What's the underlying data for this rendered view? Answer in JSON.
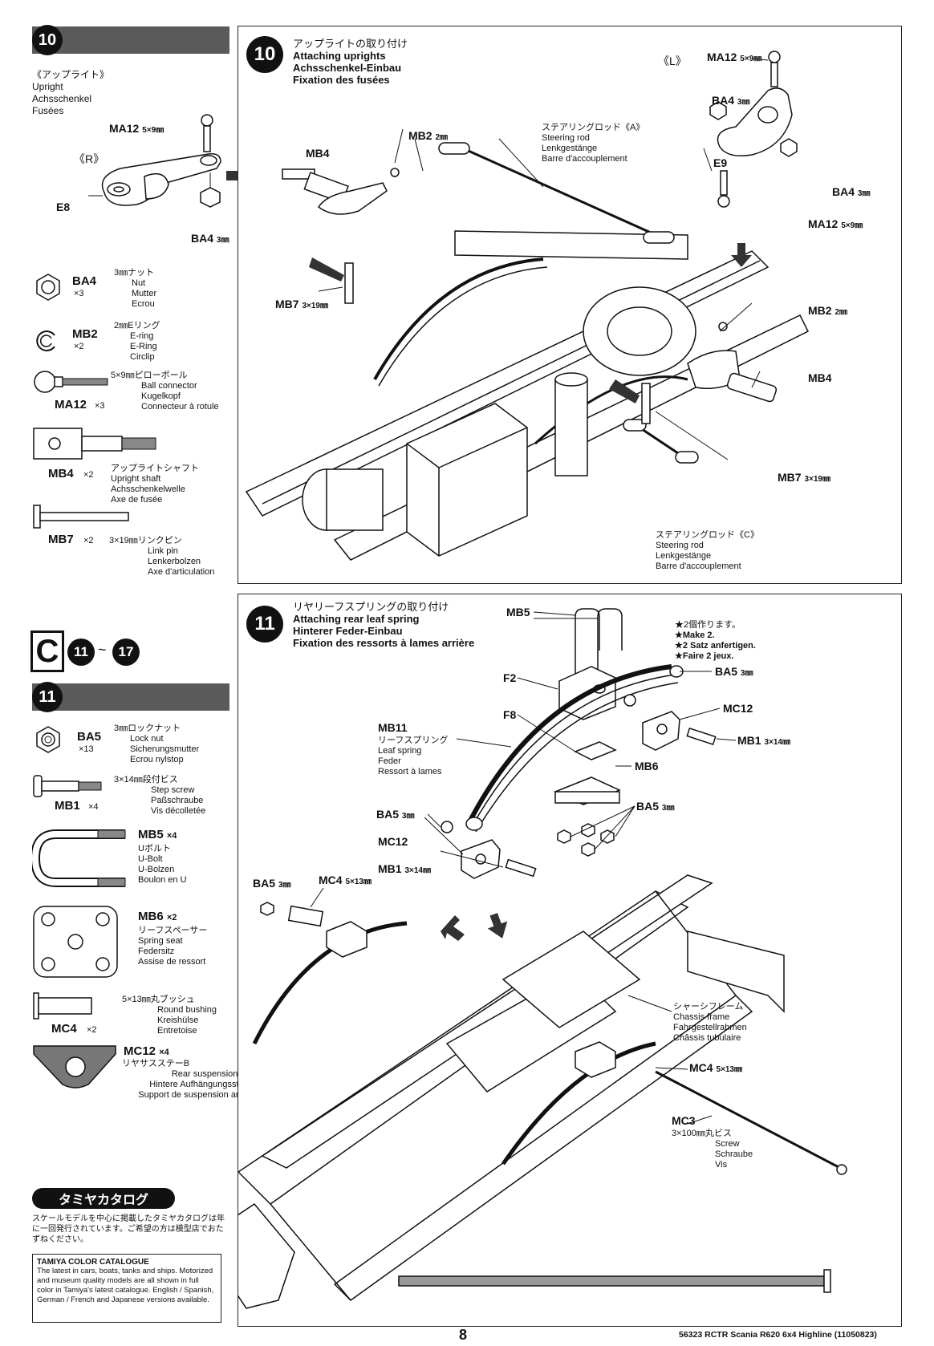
{
  "step10": {
    "num": "10",
    "title_jp": "アップライトの取り付け",
    "title_en": "Attaching uprights",
    "title_de": "Achsschenkel-Einbau",
    "title_fr": "Fixation des fusées"
  },
  "left10": {
    "item_jp": "《アップライト》",
    "item_en": "Upright",
    "item_de": "Achsschenkel",
    "item_fr": "Fusées",
    "r_label": "《R》",
    "ma12": "MA12",
    "ma12_size": "5×9㎜",
    "e8": "E8",
    "ba4": "BA4",
    "ba4_size": "3㎜"
  },
  "parts10": [
    {
      "code": "BA4",
      "qty": "×3",
      "jp": "3㎜ナット",
      "en": "Nut",
      "de": "Mutter",
      "fr": "Ecrou"
    },
    {
      "code": "MB2",
      "qty": "×2",
      "jp": "2㎜Eリング",
      "en": "E-ring",
      "de": "E-Ring",
      "fr": "Circlip"
    },
    {
      "code": "MA12",
      "qty": "×3",
      "jp": "5×9㎜ピローボール",
      "en": "Ball connector",
      "de": "Kugelkopf",
      "fr": "Connecteur à rotule"
    },
    {
      "code": "MB4",
      "qty": "×2",
      "jp": "アップライトシャフト",
      "en": "Upright shaft",
      "de": "Achsschenkelwelle",
      "fr": "Axe de fusée"
    },
    {
      "code": "MB7",
      "qty": "×2",
      "jp": "3×19㎜リンクピン",
      "en": "Link pin",
      "de": "Lenkerbolzen",
      "fr": "Axe d'articulation"
    }
  ],
  "diag10": {
    "l_label": "《L》",
    "ma12_top": "MA12",
    "ma12_top_size": "5×9㎜",
    "ba4_a": "BA4",
    "ba4_a_size": "3㎜",
    "e9": "E9",
    "ba4_b": "BA4",
    "ba4_b_size": "3㎜",
    "ma12_bot": "MA12",
    "ma12_bot_size": "5×9㎜",
    "mb2_a": "MB2",
    "mb2_a_size": "2㎜",
    "mb4_a": "MB4",
    "rod_a_jp": "ステアリングロッド《A》",
    "rod_a_en": "Steering rod",
    "rod_a_de": "Lenkgestänge",
    "rod_a_fr": "Barre d'accouplement",
    "mb7_a": "MB7",
    "mb7_a_size": "3×19㎜",
    "mb2_b": "MB2",
    "mb2_b_size": "2㎜",
    "mb4_b": "MB4",
    "mb7_b": "MB7",
    "mb7_b_size": "3×19㎜",
    "rod_c_jp": "ステアリングロッド《C》",
    "rod_c_en": "Steering rod",
    "rod_c_de": "Lenkgestänge",
    "rod_c_fr": "Barre d'accouplement"
  },
  "bag": {
    "letter": "C",
    "from": "11",
    "sep": "~",
    "to": "17"
  },
  "step11": {
    "num": "11",
    "title_jp": "リヤリーフスプリングの取り付け",
    "title_en": "Attaching rear leaf spring",
    "title_de": "Hinterer Feder-Einbau",
    "title_fr": "Fixation des ressorts à lames arrière",
    "make_jp": "★2個作ります。",
    "make_en": "★Make 2.",
    "make_de": "★2 Satz anfertigen.",
    "make_fr": "★Faire 2 jeux."
  },
  "parts11": [
    {
      "code": "BA5",
      "qty": "×13",
      "jp": "3㎜ロックナット",
      "en": "Lock nut",
      "de": "Sicherungsmutter",
      "fr": "Ecrou nylstop"
    },
    {
      "code": "MB1",
      "qty": "×4",
      "jp": "3×14㎜段付ビス",
      "en": "Step screw",
      "de": "Paßschraube",
      "fr": "Vis décolletée"
    },
    {
      "code": "MB5",
      "qty": "×4",
      "jp": "Uボルト",
      "en": "U-Bolt",
      "de": "U-Bolzen",
      "fr": "Boulon en U"
    },
    {
      "code": "MB6",
      "qty": "×2",
      "jp": "リーフスペーサー",
      "en": "Spring seat",
      "de": "Federsitz",
      "fr": "Assise de ressort"
    },
    {
      "code": "MC4",
      "qty": "×2",
      "jp": "5×13㎜丸ブッシュ",
      "en": "Round bushing",
      "de": "Kreishülse",
      "fr": "Entretoise"
    },
    {
      "code": "MC12",
      "qty": "×4",
      "jp": "リヤサスステーB",
      "en": "Rear suspension stay B",
      "de": "Hintere Aufhängungsstrebe B",
      "fr": "Support de suspension arrière B"
    }
  ],
  "diag11": {
    "mb5": "MB5",
    "f2": "F2",
    "f8": "F8",
    "mb11": "MB11",
    "mb11_jp": "リーフスプリング",
    "mb11_en": "Leaf spring",
    "mb11_de": "Feder",
    "mb11_fr": "Ressort à lames",
    "ba5_a": "BA5",
    "ba5_a_size": "3㎜",
    "mc12_a": "MC12",
    "mb1_a": "MB1",
    "mb1_a_size": "3×14㎜",
    "mb6": "MB6",
    "ba5_b": "BA5",
    "ba5_b_size": "3㎜",
    "ba5_c": "BA5",
    "ba5_c_size": "3㎜",
    "mc12_b": "MC12",
    "mb1_b": "MB1",
    "mb1_b_size": "3×14㎜",
    "ba5_d": "BA5",
    "ba5_d_size": "3㎜",
    "mc4_a": "MC4",
    "mc4_a_size": "5×13㎜",
    "chassis_jp": "シャーシフレーム",
    "chassis_en": "Chassis frame",
    "chassis_de": "Fahrgestellrahmen",
    "chassis_fr": "Châssis tubulaire",
    "mc4_b": "MC4",
    "mc4_b_size": "5×13㎜",
    "mc3": "MC3",
    "mc3_jp": "3×100㎜丸ビス",
    "mc3_en": "Screw",
    "mc3_de": "Schraube",
    "mc3_fr": "Vis"
  },
  "catalog": {
    "head": "タミヤカタログ",
    "jp": "スケールモデルを中心に掲載したタミヤカタログは年に一回発行されています。ご希望の方は模型店でおたずねください。",
    "title": "TAMIYA COLOR CATALOGUE",
    "body": "The latest in cars, boats, tanks and ships. Motorized and museum quality models are all shown in full color in Tamiya's latest catalogue. English / Spanish, German / French and Japanese versions available."
  },
  "footer": {
    "page": "8",
    "product": "56323 RCTR Scania R620 6x4 Highline (11050823)"
  }
}
